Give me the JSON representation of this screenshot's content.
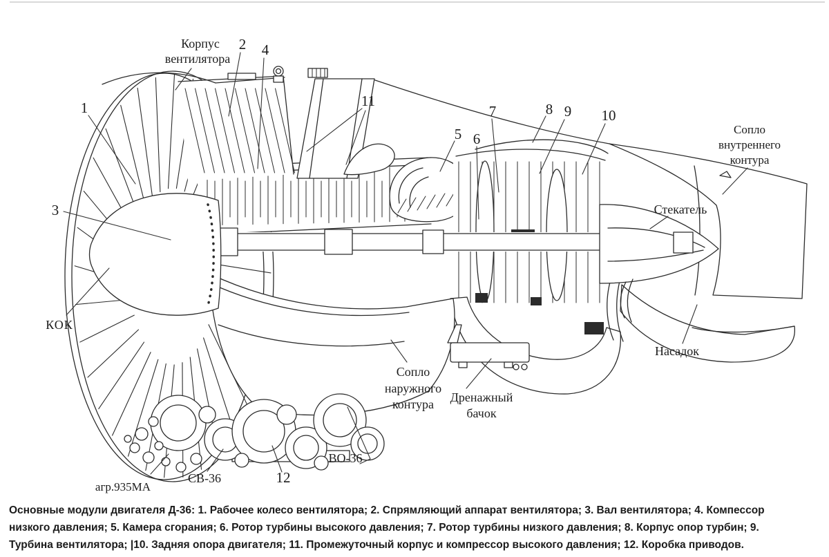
{
  "diagram": {
    "title_hint": "D-36 engine cutaway diagram",
    "ink_color": "#2b2b2b",
    "labels": {
      "fan_case": {
        "line1": "Корпус",
        "line2": "вентилятора"
      },
      "inner_nozzle": {
        "line1": "Сопло",
        "line2": "внутреннего",
        "line3": "контура"
      },
      "stekatel": "Стекатель",
      "nasadok": "Насадок",
      "kok": "КОК",
      "outer_nozzle": {
        "line1": "Сопло",
        "line2": "наружного",
        "line3": "контура"
      },
      "drain_tank": {
        "line1": "Дренажный",
        "line2": "бачок"
      },
      "agr": "агр.935МА",
      "sv36": "СВ-36",
      "vo36": "ВО-36"
    },
    "callouts": {
      "n1": "1",
      "n2": "2",
      "n3": "3",
      "n4": "4",
      "n5": "5",
      "n6": "6",
      "n7": "7",
      "n8": "8",
      "n9": "9",
      "n10": "10",
      "n11": "11",
      "n12": "12"
    }
  },
  "caption": {
    "lines": [
      "Основные модули двигателя Д-36: 1. Рабочее колесо вентилятора; 2. Спрямляющий аппарат вентилятора; 3. Вал вентилятора; 4. Компессор",
      "низкого давления; 5. Камера сгорания; 6. Ротор турбины высокого давления; 7. Ротор турбины низкого давления; 8. Корпус опор турбин; 9.",
      "Турбина вентилятора; |10. Задняя опора двигателя; 11. Промежуточный корпус и компрессор высокого давления; 12. Коробка приводов."
    ]
  }
}
